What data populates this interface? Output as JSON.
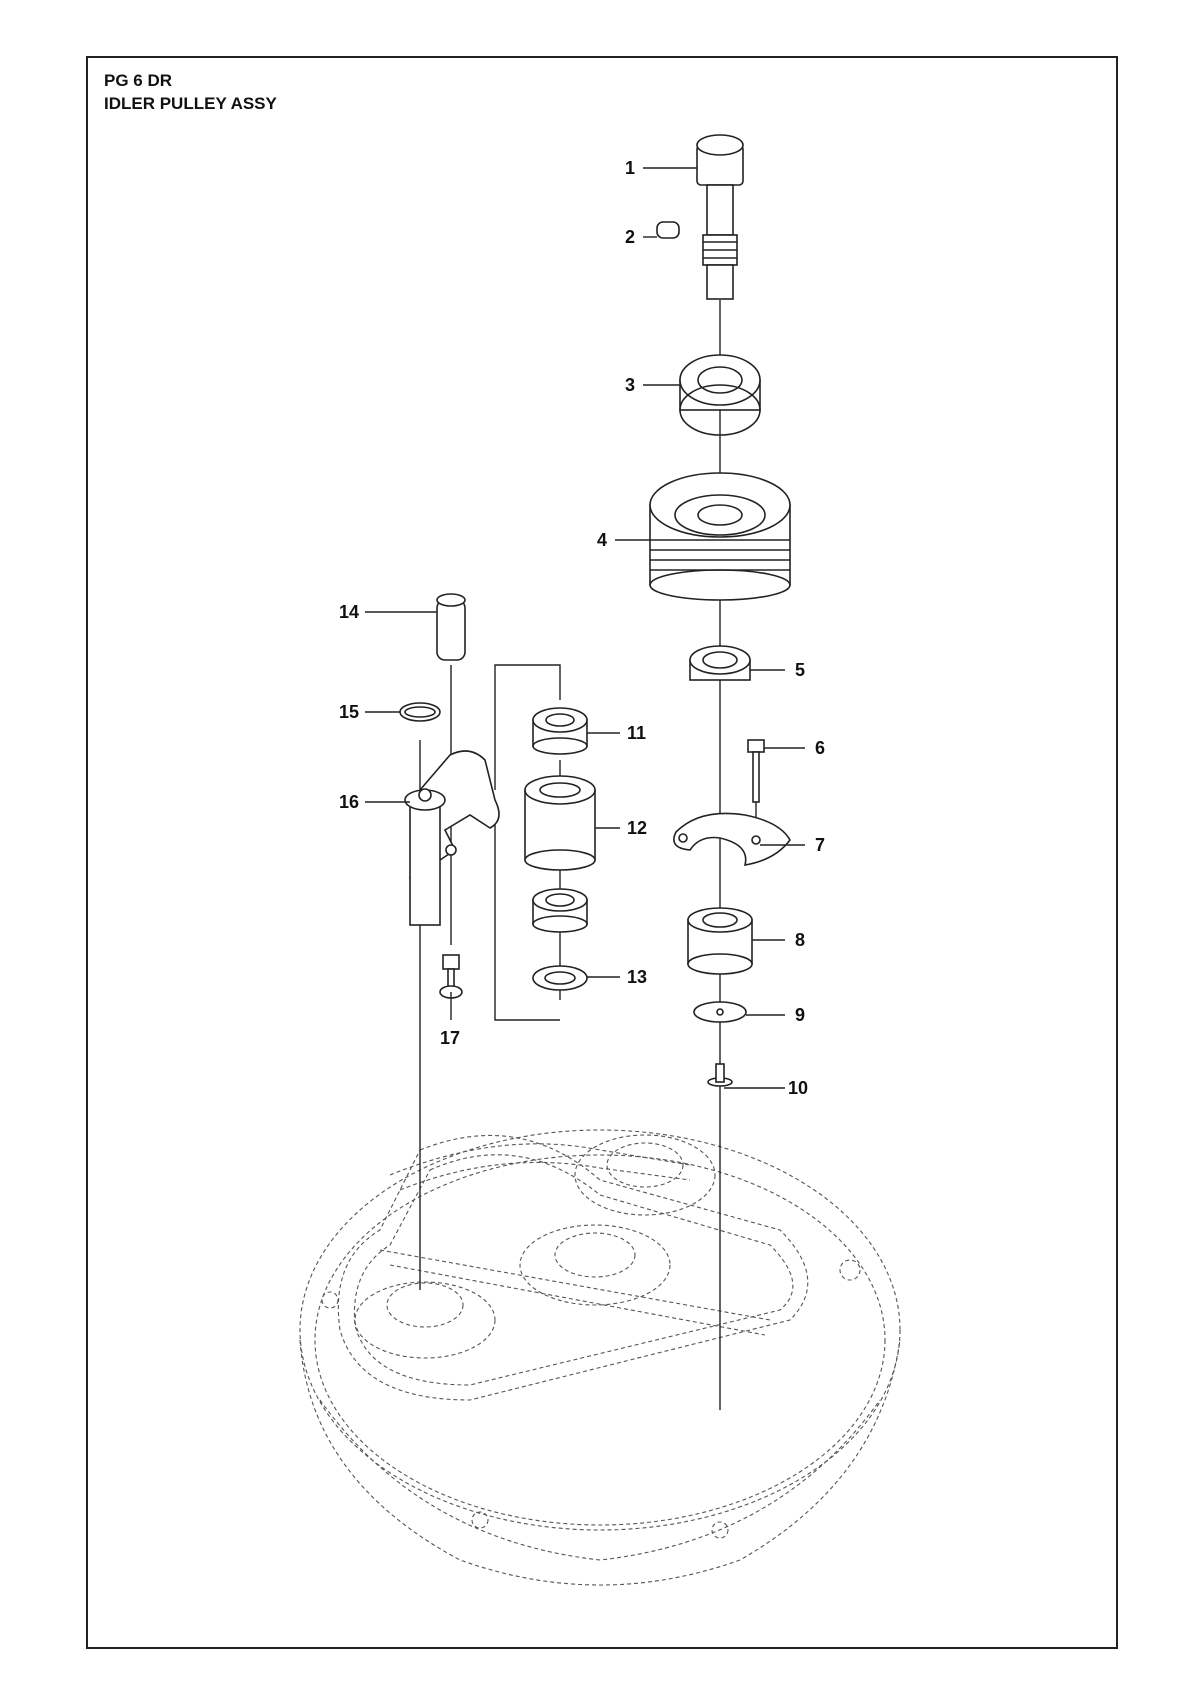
{
  "header": {
    "model": "PG 6 DR",
    "title": "IDLER PULLEY ASSY"
  },
  "labels": [
    "1",
    "2",
    "3",
    "4",
    "5",
    "6",
    "7",
    "8",
    "9",
    "10",
    "11",
    "12",
    "13",
    "14",
    "15",
    "16",
    "17"
  ]
}
